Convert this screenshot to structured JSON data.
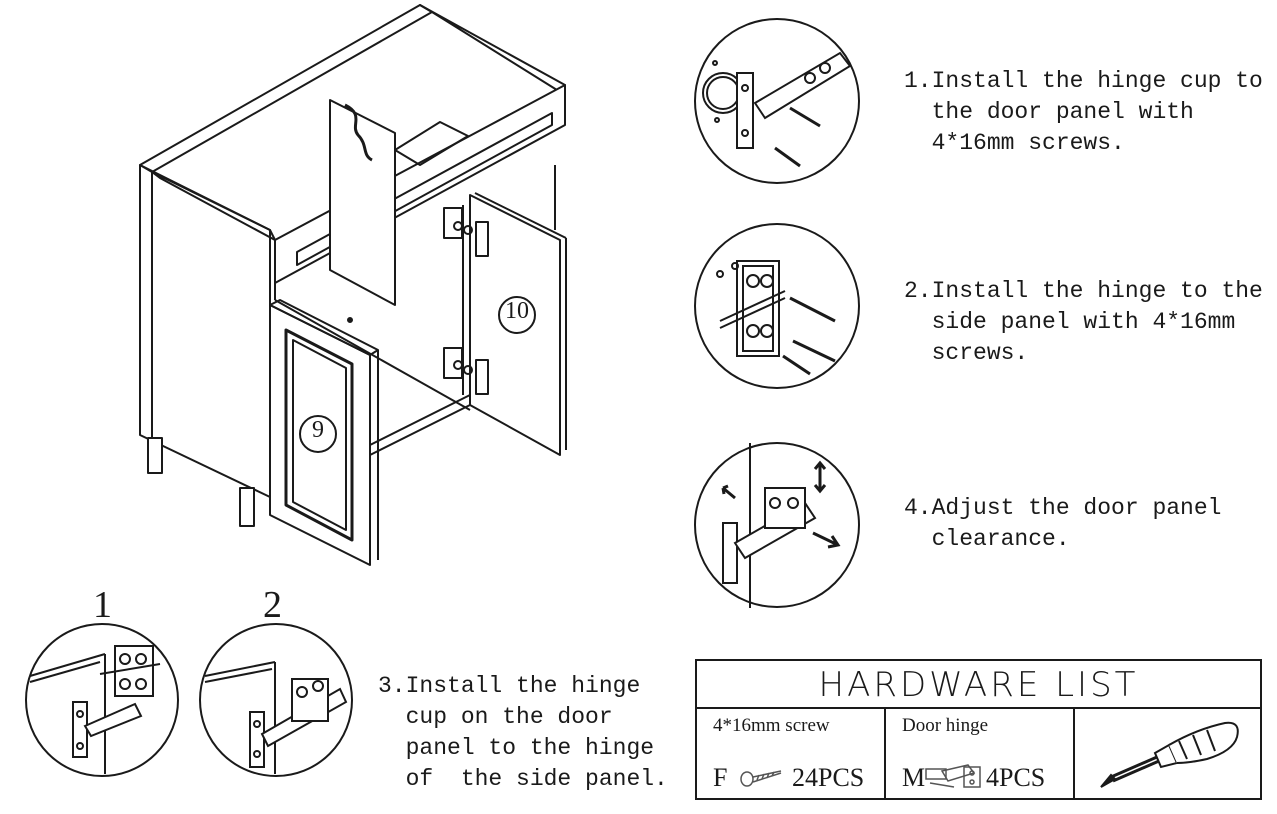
{
  "parts": {
    "door_left": "9",
    "door_right": "10"
  },
  "steps": [
    {
      "id": "1",
      "text": "1.Install the hinge cup to\n  the door panel with\n  4*16mm screws."
    },
    {
      "id": "2",
      "text": "2.Install the hinge to the\n  side panel with 4*16mm\n  screws."
    },
    {
      "id": "4",
      "text": "4.Adjust the door panel\n  clearance."
    },
    {
      "id": "3",
      "text": "3.Install the hinge\n  cup on the door\n  panel to the hinge\n  of  the side panel."
    }
  ],
  "sequence_labels": [
    "1",
    "2"
  ],
  "hardware": {
    "title": "HARDWARE LIST",
    "items": [
      {
        "name": "4*16mm screw",
        "code": "F",
        "qty": "24PCS",
        "icon": "screw-icon"
      },
      {
        "name": "Door hinge",
        "code": "M",
        "qty": "4PCS",
        "icon": "hinge-icon"
      }
    ],
    "tool_icon": "screwdriver-icon"
  }
}
